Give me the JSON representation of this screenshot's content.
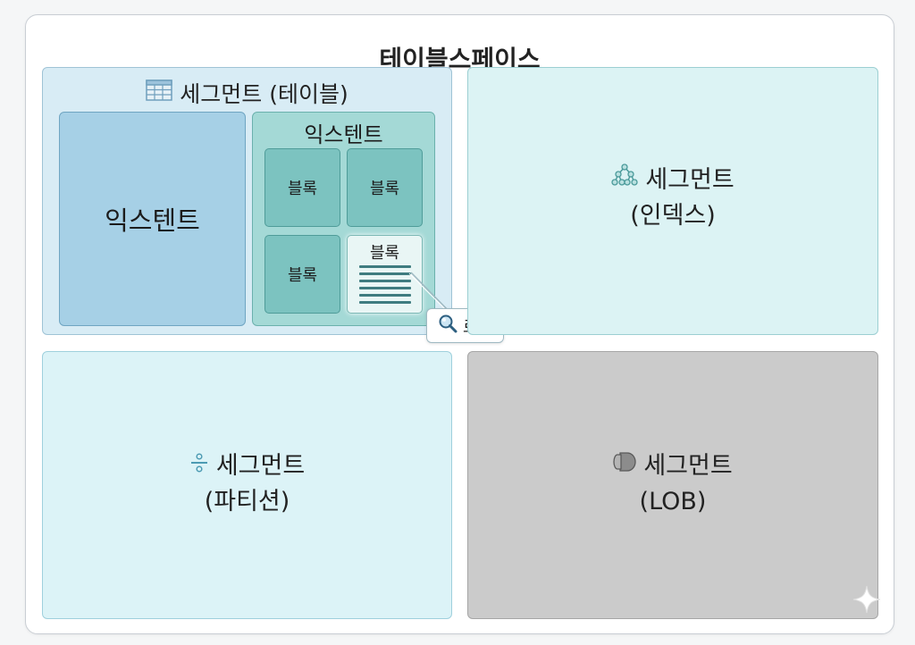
{
  "tablespace": {
    "title": "테이블스페이스"
  },
  "segments": {
    "table": {
      "title": "세그먼트 (테이블)",
      "icon": "table-grid-icon",
      "extent_large": {
        "label": "익스텐트"
      },
      "extent_small": {
        "label": "익스텐트",
        "blocks": [
          "블록",
          "블록",
          "블록",
          "블록"
        ]
      }
    },
    "index": {
      "line1": "세그먼트",
      "line2": "(인덱스)",
      "icon": "tree-icon"
    },
    "partition": {
      "line1": "세그먼트",
      "line2": "(파티션)",
      "icon": "divide-icon"
    },
    "lob": {
      "line1": "세그먼트",
      "line2": "(LOB)",
      "icon": "lob-capsule-icon"
    }
  },
  "callout": {
    "label": "로우",
    "icon": "magnifier-icon"
  },
  "colors": {
    "table_segment_bg": "#d8ecf5",
    "index_segment_bg": "#dcf3f4",
    "partition_segment_bg": "#dcf3f7",
    "lob_segment_bg": "#cbcbcb",
    "extent_large_bg": "#a6d0e6",
    "extent_small_bg": "#a4d9d6",
    "block_bg": "#7cc3c0"
  }
}
